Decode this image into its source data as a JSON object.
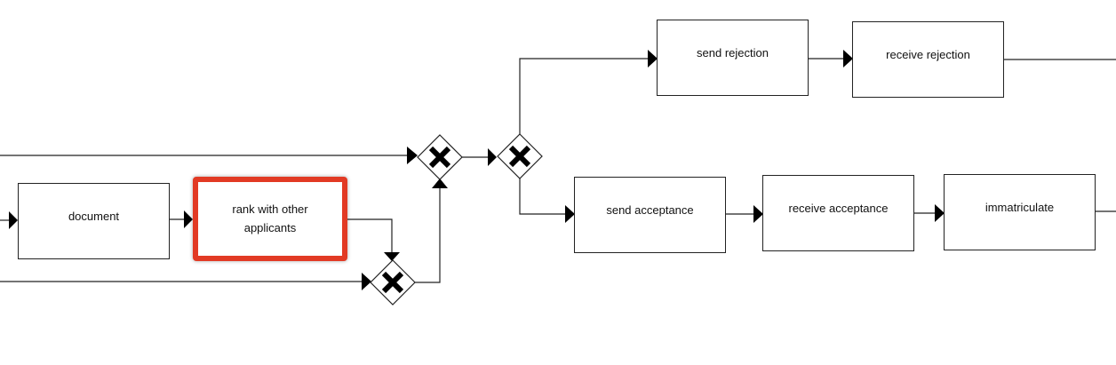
{
  "diagram": {
    "tasks": {
      "document": "document",
      "rank": "rank with other\napplicants",
      "send_rejection": "send rejection",
      "receive_rejection": "receive rejection",
      "send_acceptance": "send acceptance",
      "receive_acceptance": "receive acceptance",
      "immatriculate": "immatriculate"
    },
    "gateways": [
      "exclusive",
      "exclusive",
      "exclusive"
    ],
    "selected_task": "rank with other applicants",
    "colors": {
      "selection": "#e23a24",
      "stroke": "#222222",
      "marker": "#000000"
    }
  }
}
